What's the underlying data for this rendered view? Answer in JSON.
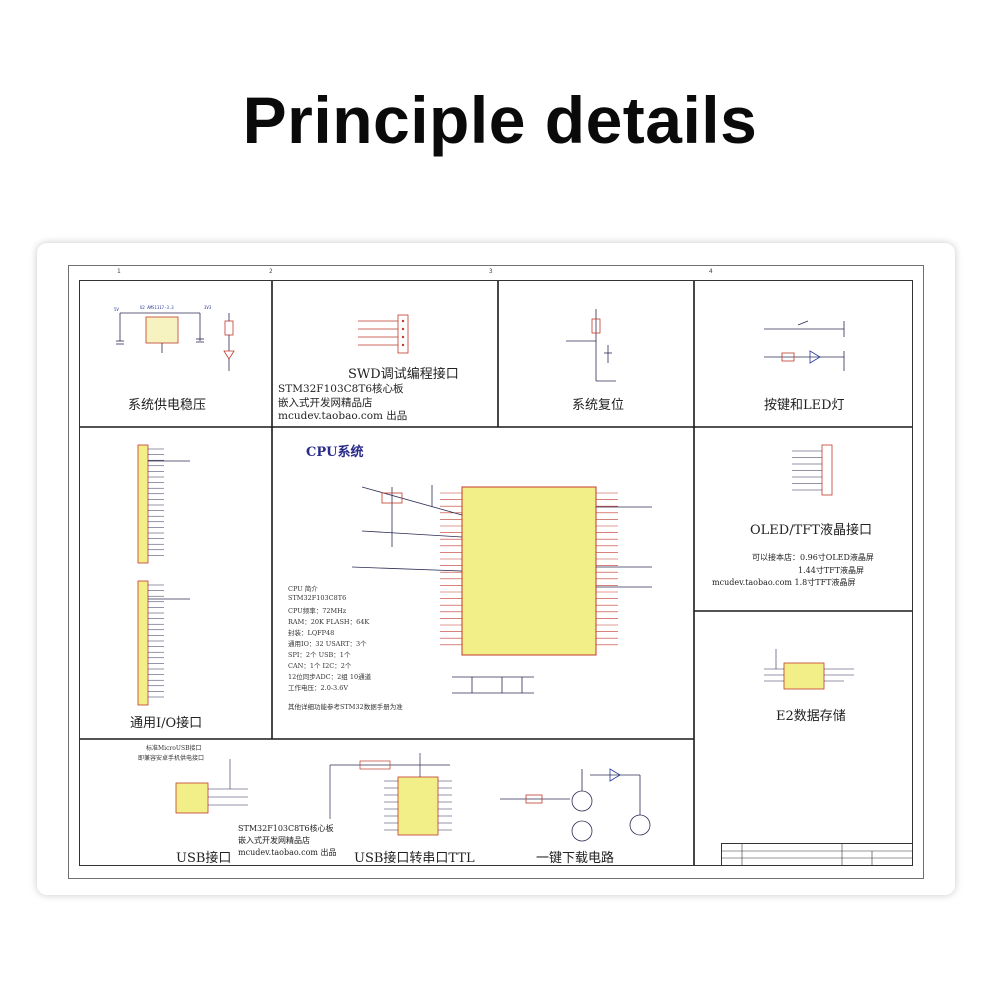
{
  "heading": "Principle details",
  "sheet": {
    "panels": {
      "power": {
        "caption": "系统供电稳压"
      },
      "swd": {
        "caption": "SWD调试编程接口",
        "note_line1": "STM32F103C8T6核心板",
        "note_line2": "嵌入式开发网精品店",
        "note_line3": "mcudev.taobao.com 出品"
      },
      "reset": {
        "caption": "系统复位"
      },
      "keyled": {
        "caption": "按键和LED灯"
      },
      "io": {
        "caption": "通用I/O接口"
      },
      "cpu": {
        "caption": "CPU系统",
        "specs": [
          "CPU 简介",
          "STM32F103C8T6",
          "CPU频率：72MHz",
          "RAM：20K FLASH：64K",
          "封装：LQFP48",
          "通用IO：32    USART：3个",
          "SPI：2个    USB：1个",
          "CAN：1个    I2C：2个",
          "12位同步ADC：2组 10通道",
          "工作电压：2.0-3.6V"
        ],
        "footnote": "其他详细功能参考STM32数据手册为准"
      },
      "oled": {
        "caption": "OLED/TFT液晶接口",
        "note_line1": "可以接本店：0.96寸OLED液晶屏",
        "note_line2": "1.44寸TFT液晶屏",
        "note_line3": "mcudev.taobao.com   1.8寸TFT液晶屏"
      },
      "eeprom": {
        "caption": "E2数据存储"
      },
      "usb": {
        "caption": "USB接口",
        "note_top1": "标准MicroUSB接口",
        "note_top2": "即兼容安卓手机供电接口",
        "note_line1": "STM32F103C8T6核心板",
        "note_line2": "嵌入式开发网精品店",
        "note_line3": "mcudev.taobao.com 出品"
      },
      "usbttl": {
        "caption": "USB接口转串口TTL"
      },
      "oneclick": {
        "caption": "一键下载电路"
      }
    },
    "colors": {
      "wire": "#2b2b55",
      "component": "#c0392b",
      "chip_fill": "#f3ef88",
      "net_label": "#2a3aa0"
    }
  }
}
